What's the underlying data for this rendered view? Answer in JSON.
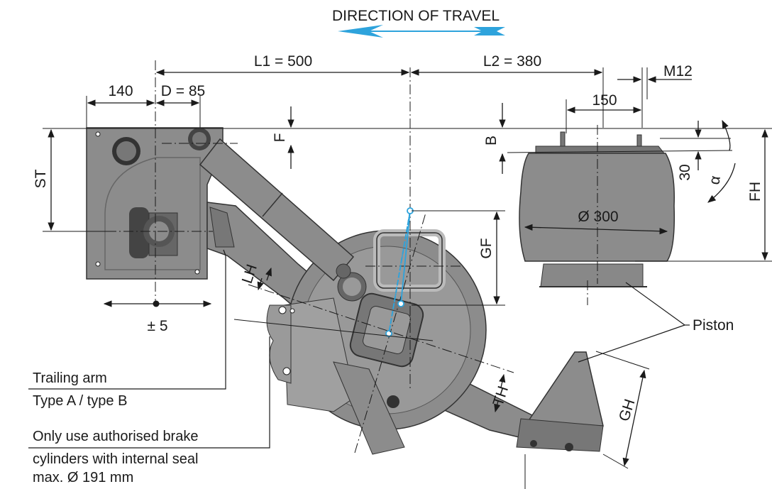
{
  "title": "DIRECTION OF TRAVEL",
  "dimensions": {
    "l1": "L1 = 500",
    "l2": "L2 = 380",
    "m12": "M12",
    "d140": "140",
    "d85": "D = 85",
    "d150": "150",
    "f": "F",
    "b": "B",
    "st": "ST",
    "gf": "GF",
    "fh": "FH",
    "lh": "LH",
    "th": "TH",
    "gh": "GH",
    "d30": "30",
    "alpha": "α",
    "dia300": "Ø 300",
    "pm5": "± 5"
  },
  "labels": {
    "piston": "Piston"
  },
  "notes": {
    "trailing_arm_1": "Trailing arm",
    "trailing_arm_2": "Type A / type B",
    "brake_1": "Only use authorised brake",
    "brake_2": "cylinders with internal seal",
    "brake_3": "max. Ø 191 mm"
  },
  "colors": {
    "accent_blue": "#2ea3dc",
    "part_gray": "#8c8c8c",
    "part_light": "#b4b4b4",
    "part_dark": "#555555",
    "line": "#1a1a1a"
  }
}
